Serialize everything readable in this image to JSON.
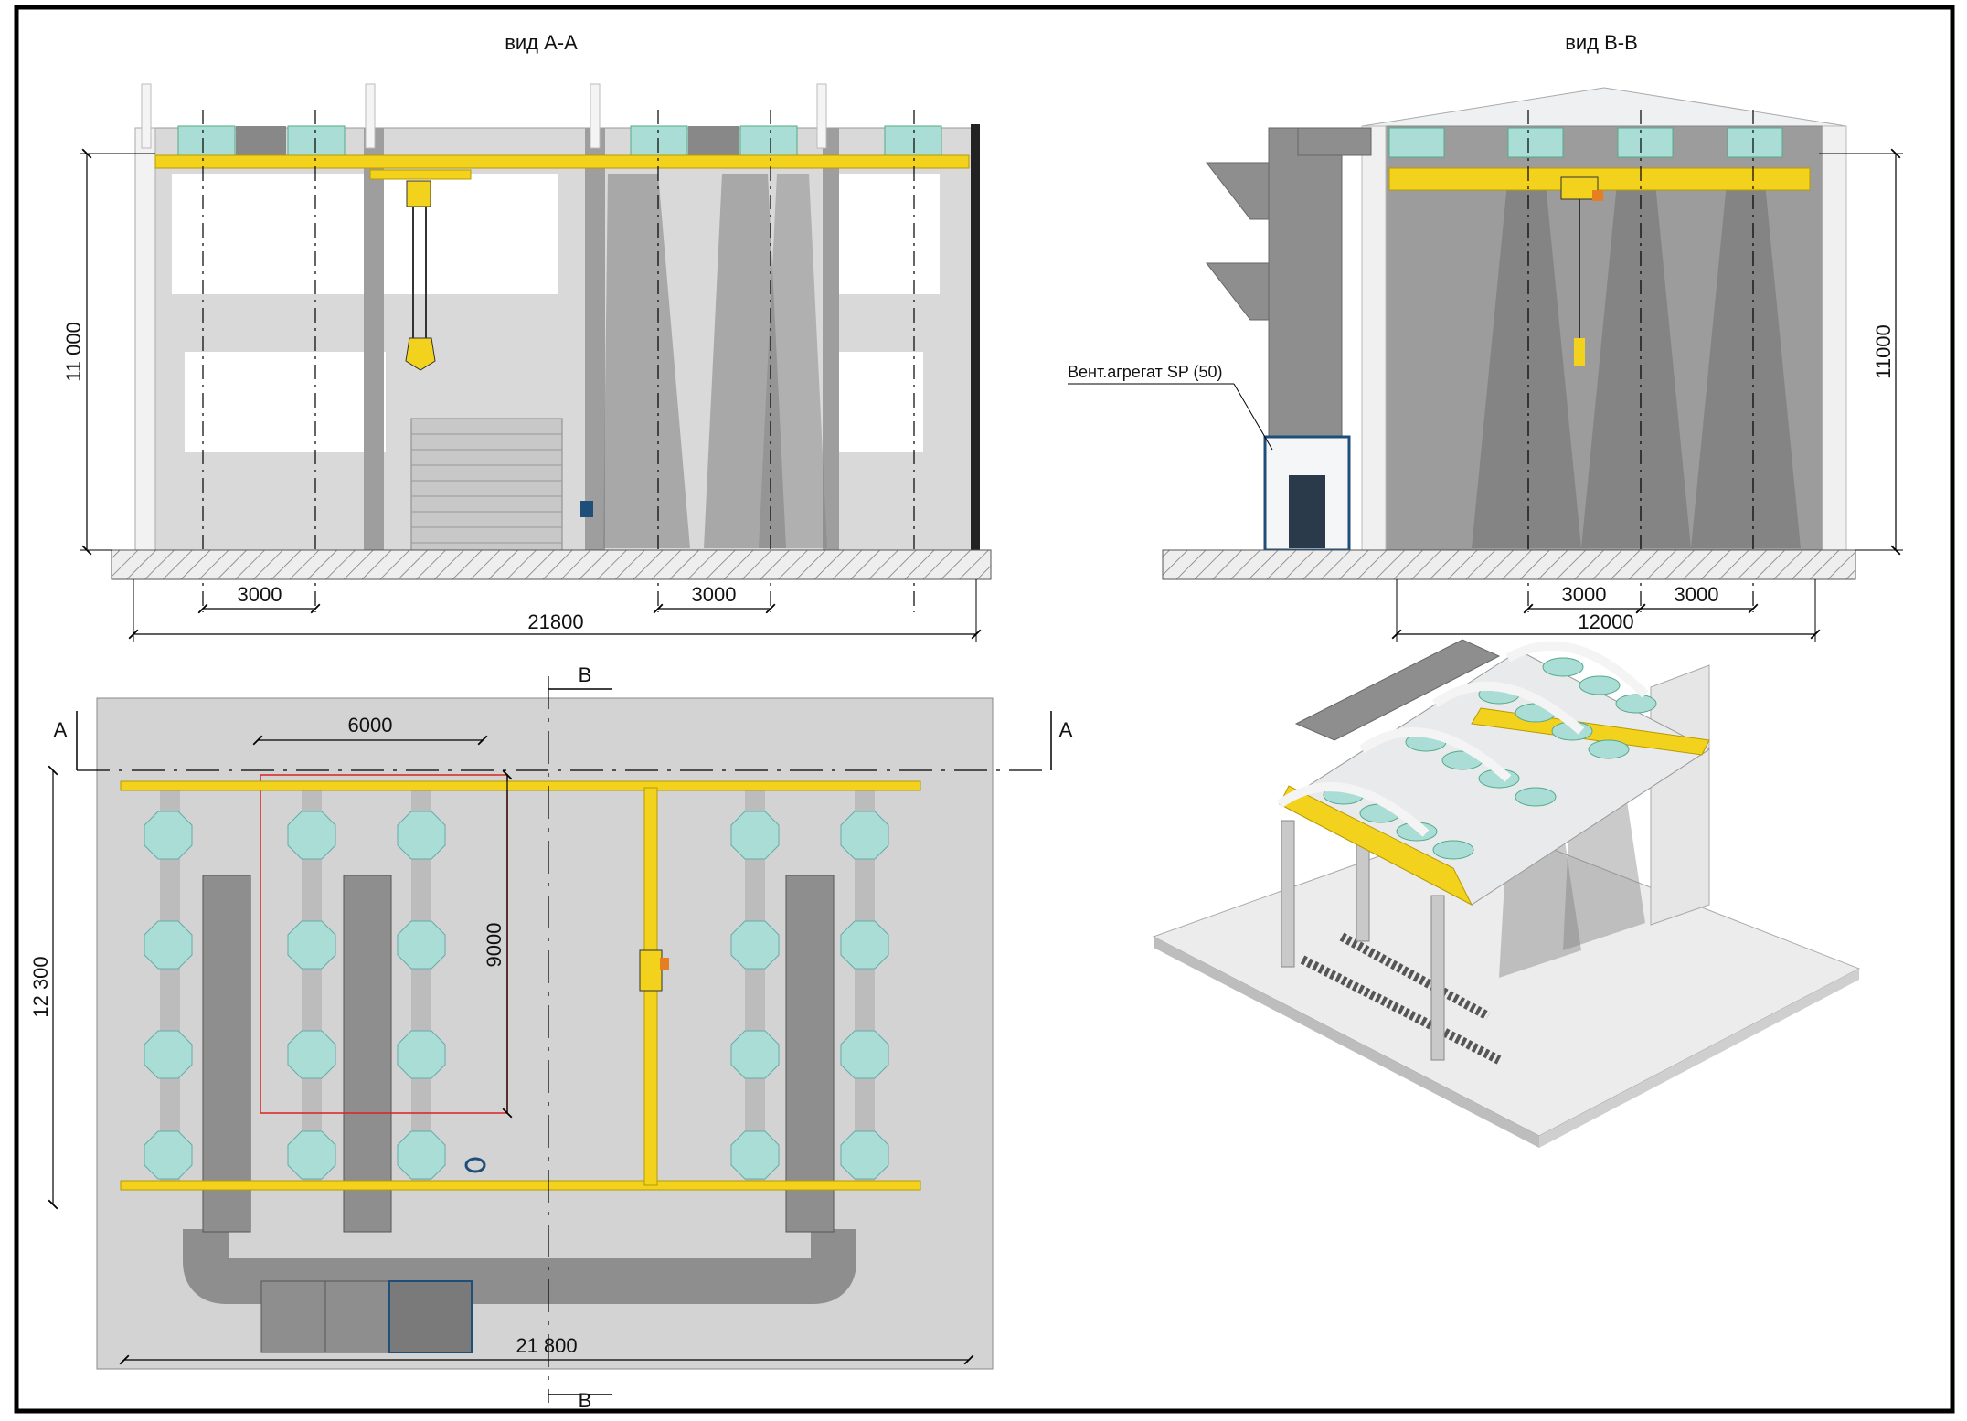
{
  "views": {
    "section_aa": {
      "title": "вид А-А",
      "dim_height": "11 000",
      "dim_span1": "3000",
      "dim_span2": "3000",
      "dim_total": "21800"
    },
    "section_bb": {
      "title": "вид В-В",
      "dim_height": "11000",
      "dim_span1": "3000",
      "dim_span2": "3000",
      "dim_total": "12000",
      "callout": "Вент.агрегат SP (50)"
    },
    "plan": {
      "section_a_left": "А",
      "section_a_right": "А",
      "section_b_top": "В",
      "section_b_bottom": "В",
      "dim_top": "6000",
      "dim_zone": "9000",
      "dim_height": "12 300",
      "dim_total": "21 800"
    }
  },
  "colors": {
    "crane": "#f2d21c",
    "filter": "#a9ddd6",
    "duct": "#8e8e8e",
    "floor": "#d3d3d3",
    "frame": "#000000"
  }
}
